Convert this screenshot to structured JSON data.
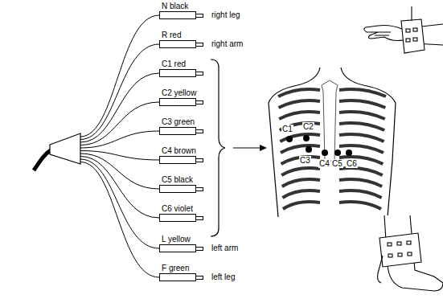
{
  "diagram": {
    "nodes": [
      {
        "text": [
          "N black"
        ]
      },
      {
        "text": [
          "R red"
        ]
      },
      {
        "text": [
          "C1 red"
        ]
      },
      {
        "text": [
          "C2 yellow"
        ]
      },
      {
        "text": [
          "C3 green"
        ]
      },
      {
        "text": [
          "C4 brown"
        ]
      },
      {
        "text": [
          "C5 black"
        ]
      },
      {
        "text": [
          "C6 violet"
        ]
      },
      {
        "text": [
          "L yellow"
        ]
      },
      {
        "text": [
          "F green"
        ]
      }
    ],
    "labels": [
      "right leg",
      "right arm",
      "C1",
      "C2",
      "C3",
      "C4",
      "C5",
      "C6",
      "left arm",
      "left leg"
    ]
  }
}
